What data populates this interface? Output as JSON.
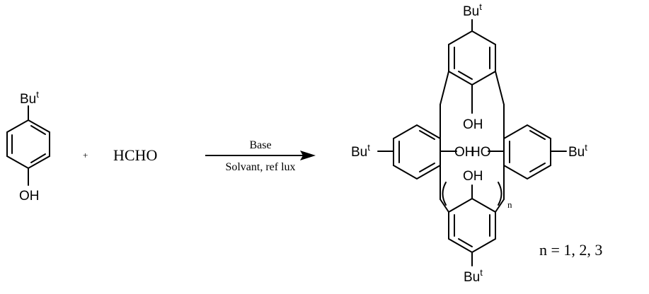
{
  "reactant": {
    "substituent": "Bu",
    "substituent_sup": "t",
    "hydroxyl": "OH"
  },
  "plus_sign": "+",
  "reagent": "HCHO",
  "conditions": {
    "above_arrow": "Base",
    "below_arrow": "Solvant, ref lux"
  },
  "product": {
    "substituent": "Bu",
    "substituent_sup": "t",
    "oh_top": "OH",
    "oh_left": "OH",
    "oh_right": "HO",
    "oh_bottom": "OH",
    "repeat_subscript": "n",
    "n_values": "n = 1, 2, 3"
  },
  "colors": {
    "ink": "#000000",
    "background": "#ffffff"
  }
}
